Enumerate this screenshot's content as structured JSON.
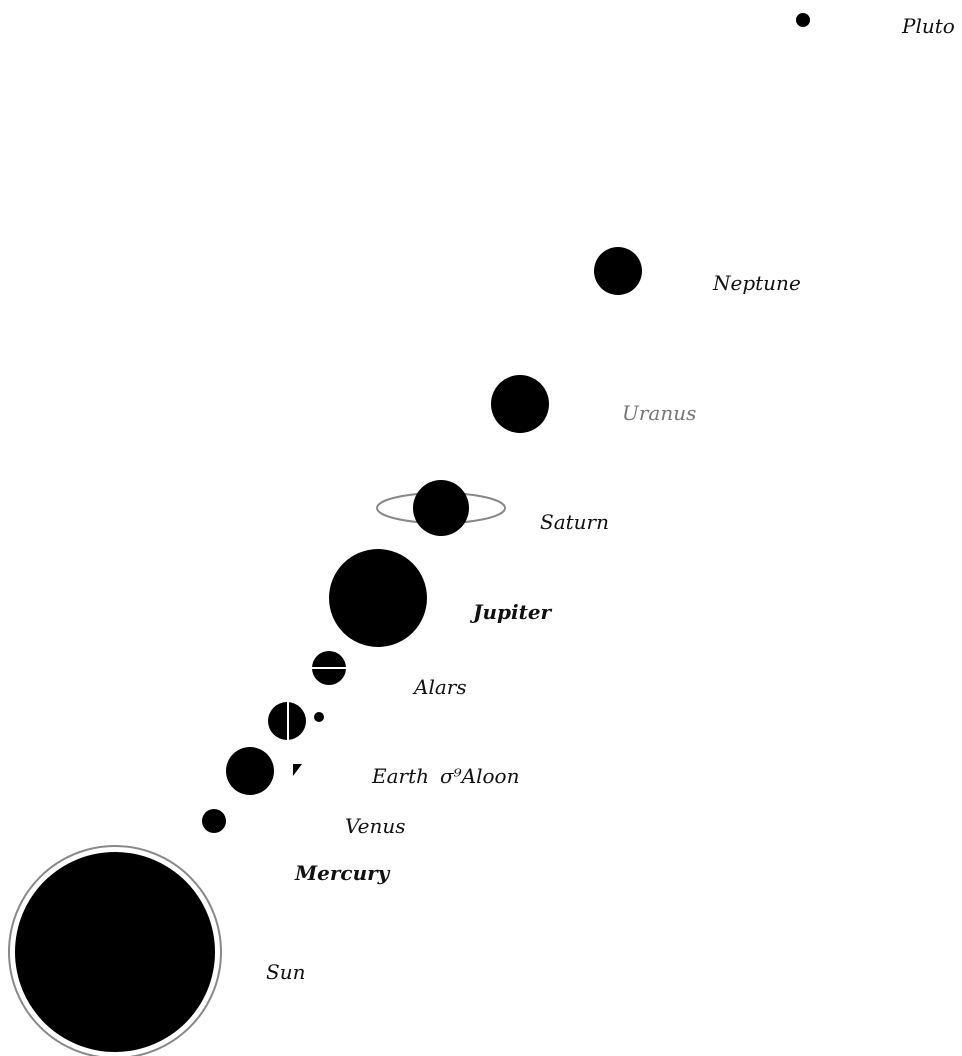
{
  "colors": {
    "background": "#ffffff",
    "body_fill": "#000000",
    "ring_stroke": "#888888"
  },
  "bodies": [
    {
      "id": "sun",
      "label": "Sun"
    },
    {
      "id": "mercury",
      "label": "Mercury"
    },
    {
      "id": "venus",
      "label": "Venus"
    },
    {
      "id": "earth",
      "label": "Earth"
    },
    {
      "id": "moon",
      "label": "σ⁹Aloon"
    },
    {
      "id": "mars",
      "label": "Alars"
    },
    {
      "id": "jupiter",
      "label": "Jupiter"
    },
    {
      "id": "saturn",
      "label": "Saturn"
    },
    {
      "id": "uranus",
      "label": "Uranus"
    },
    {
      "id": "neptune",
      "label": "Neptune"
    },
    {
      "id": "pluto",
      "label": "Pluto"
    }
  ]
}
